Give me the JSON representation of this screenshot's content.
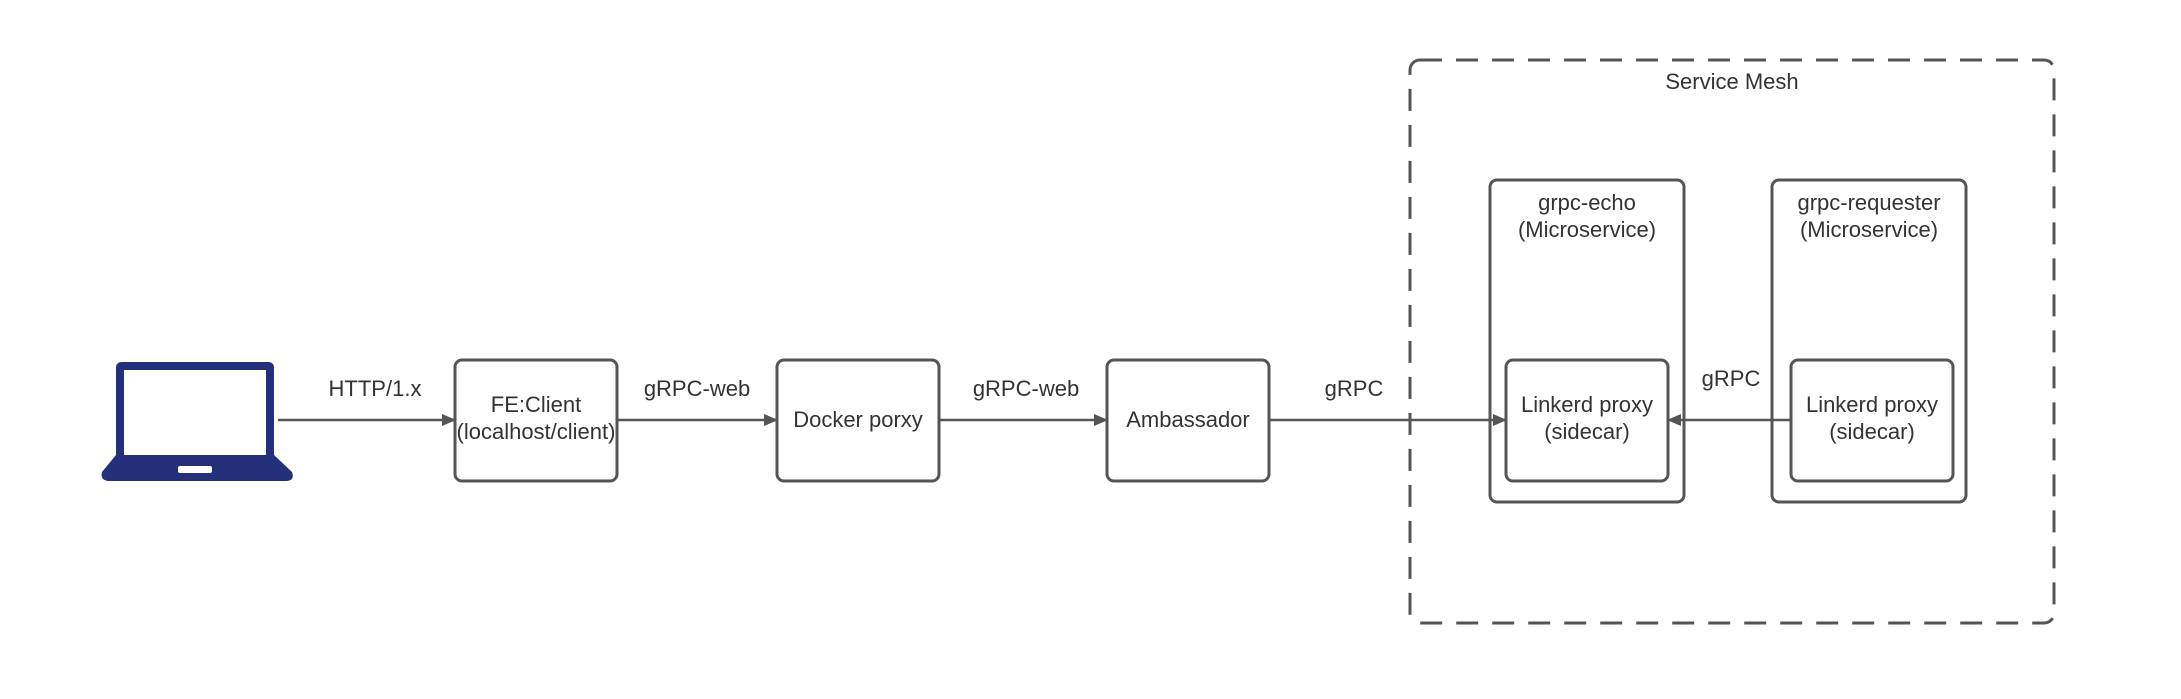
{
  "diagram": {
    "nodes": {
      "client_device": {
        "label": "",
        "icon": "laptop-icon"
      },
      "fe_client": {
        "line1": "FE:Client",
        "line2": "(localhost/client)"
      },
      "docker_proxy": {
        "label": "Docker porxy"
      },
      "ambassador": {
        "label": "Ambassador"
      },
      "service_mesh": {
        "label": "Service Mesh"
      },
      "grpc_echo": {
        "line1": "grpc-echo",
        "line2": "(Microservice)",
        "sidecar": {
          "line1": "Linkerd proxy",
          "line2": "(sidecar)"
        }
      },
      "grpc_requester": {
        "line1": "grpc-requester",
        "line2": "(Microservice)",
        "sidecar": {
          "line1": "Linkerd proxy",
          "line2": "(sidecar)"
        }
      }
    },
    "edges": {
      "laptop_to_fe": {
        "label": "HTTP/1.x"
      },
      "fe_to_docker": {
        "label": "gRPC-web"
      },
      "docker_to_ambassador": {
        "label": "gRPC-web"
      },
      "ambassador_to_echo": {
        "label": "gRPC"
      },
      "requester_to_echo": {
        "label": "gRPC"
      }
    },
    "colors": {
      "stroke": "#555555",
      "text": "#333333",
      "laptop": "#24307a"
    }
  }
}
